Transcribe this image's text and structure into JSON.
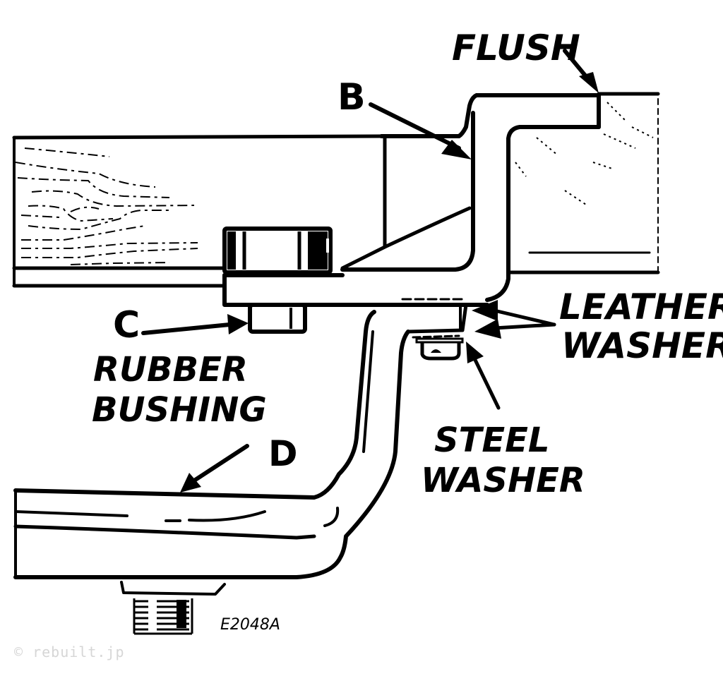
{
  "diagram": {
    "title": "Bumper bracket mounting assembly",
    "figure_code": "E2048A",
    "watermark": "© rebuilt.jp",
    "callouts": {
      "flush": "FLUSH",
      "b": "B",
      "c": "C",
      "d": "D",
      "rubber_bushing_line1": "RUBBER",
      "rubber_bushing_line2": "BUSHING",
      "leather_washers_line1": "LEATHER",
      "leather_washers_line2": "WASHERS",
      "steel_washer_line1": "STEEL",
      "steel_washer_line2": "WASHER"
    },
    "colors": {
      "ink": "#000000",
      "paper": "#ffffff",
      "watermark": "#d6d6d6"
    }
  }
}
